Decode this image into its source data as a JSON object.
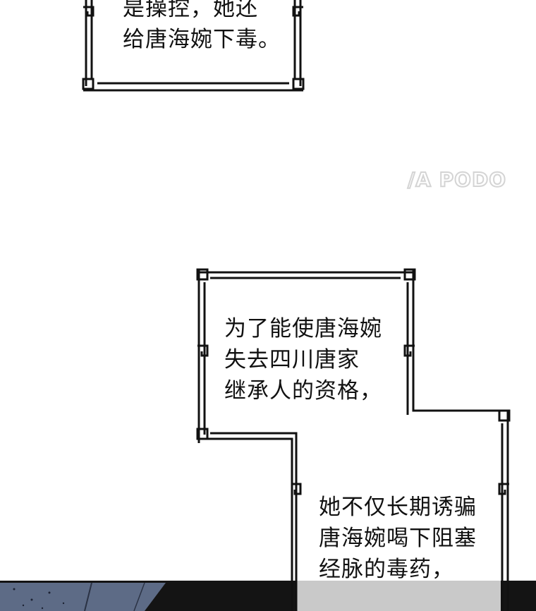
{
  "caption_top": {
    "lines": [
      "是操控，她还",
      "给唐海婉下毒。"
    ]
  },
  "watermark": "/A PODO",
  "caption_middle": {
    "lines": [
      "为了能使唐海婉",
      "失去四川唐家",
      "继承人的资格，"
    ]
  },
  "caption_bottom": {
    "lines": [
      "她不仅长期诱骗",
      "唐海婉喝下阻塞",
      "经脉的毒药，"
    ]
  },
  "colors": {
    "frame": "#111111",
    "panel_blue": "#5d6b86",
    "panel_dark": "#141414"
  }
}
